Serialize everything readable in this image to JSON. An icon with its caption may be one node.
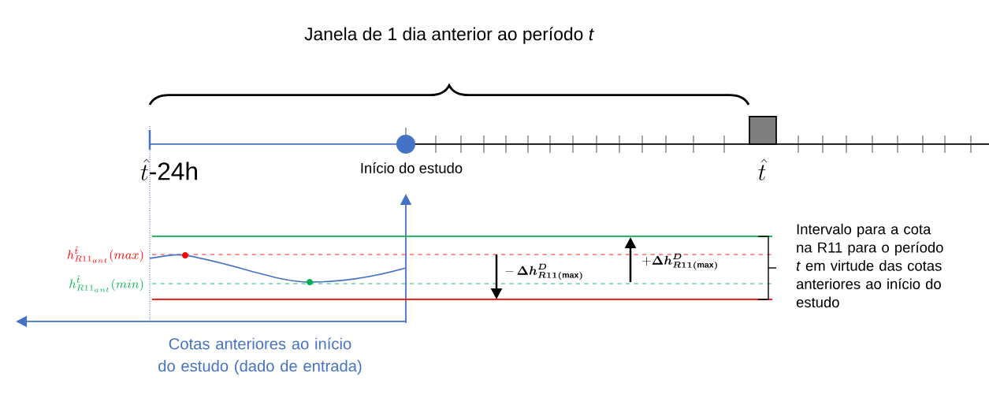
{
  "diagram": {
    "labels": [
      "Janela de 1 dia anterior ao período *t*",
      "\\hat{t}\\text{-24h}",
      "Início do estudo",
      "\\hat{t}",
      "Intervalo para a cota na R11 para o período *t* em virtude das cotas anteriores ao início do estudo",
      "h_{R11_{ant}}^{\\hat{t}}(max)",
      "-\\,\\boldsymbol{\\Delta h^{D}_{R11(\\max)}}",
      "+\\boldsymbol{\\Delta h^{D}_{R11(\\max)}}",
      "h_{R11_{ant}}^{\\hat{t}}(min)",
      "Cotas anteriores ao início do estudo (dado de entrada)"
    ]
  }
}
